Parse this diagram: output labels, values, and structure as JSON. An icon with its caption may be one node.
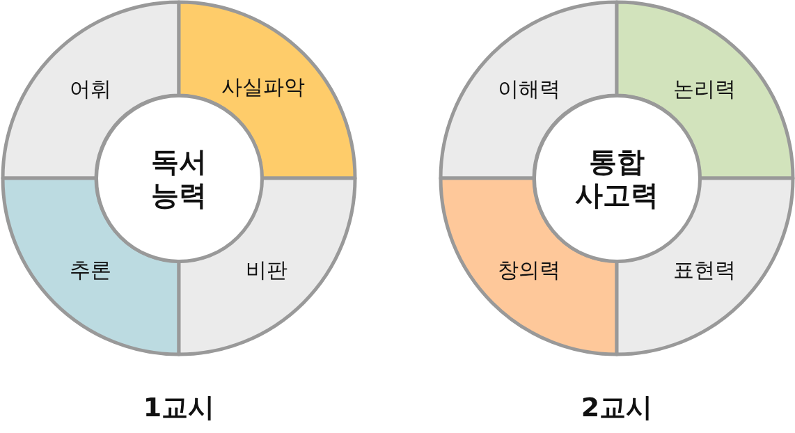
{
  "diagram": {
    "nodes": [
      {
        "text": [
          "독서 능력"
        ]
      },
      {
        "text": [
          "어휘"
        ]
      },
      {
        "text": [
          "사실파악"
        ]
      },
      {
        "text": [
          "추론"
        ]
      },
      {
        "text": [
          "비판"
        ]
      },
      {
        "text": [
          "통합 사고력"
        ]
      },
      {
        "text": [
          "이해력"
        ]
      },
      {
        "text": [
          "논리력"
        ]
      },
      {
        "text": [
          "창의력"
        ]
      },
      {
        "text": [
          "표현력"
        ]
      }
    ],
    "labels": [
      "1교시",
      "2교시"
    ]
  }
}
